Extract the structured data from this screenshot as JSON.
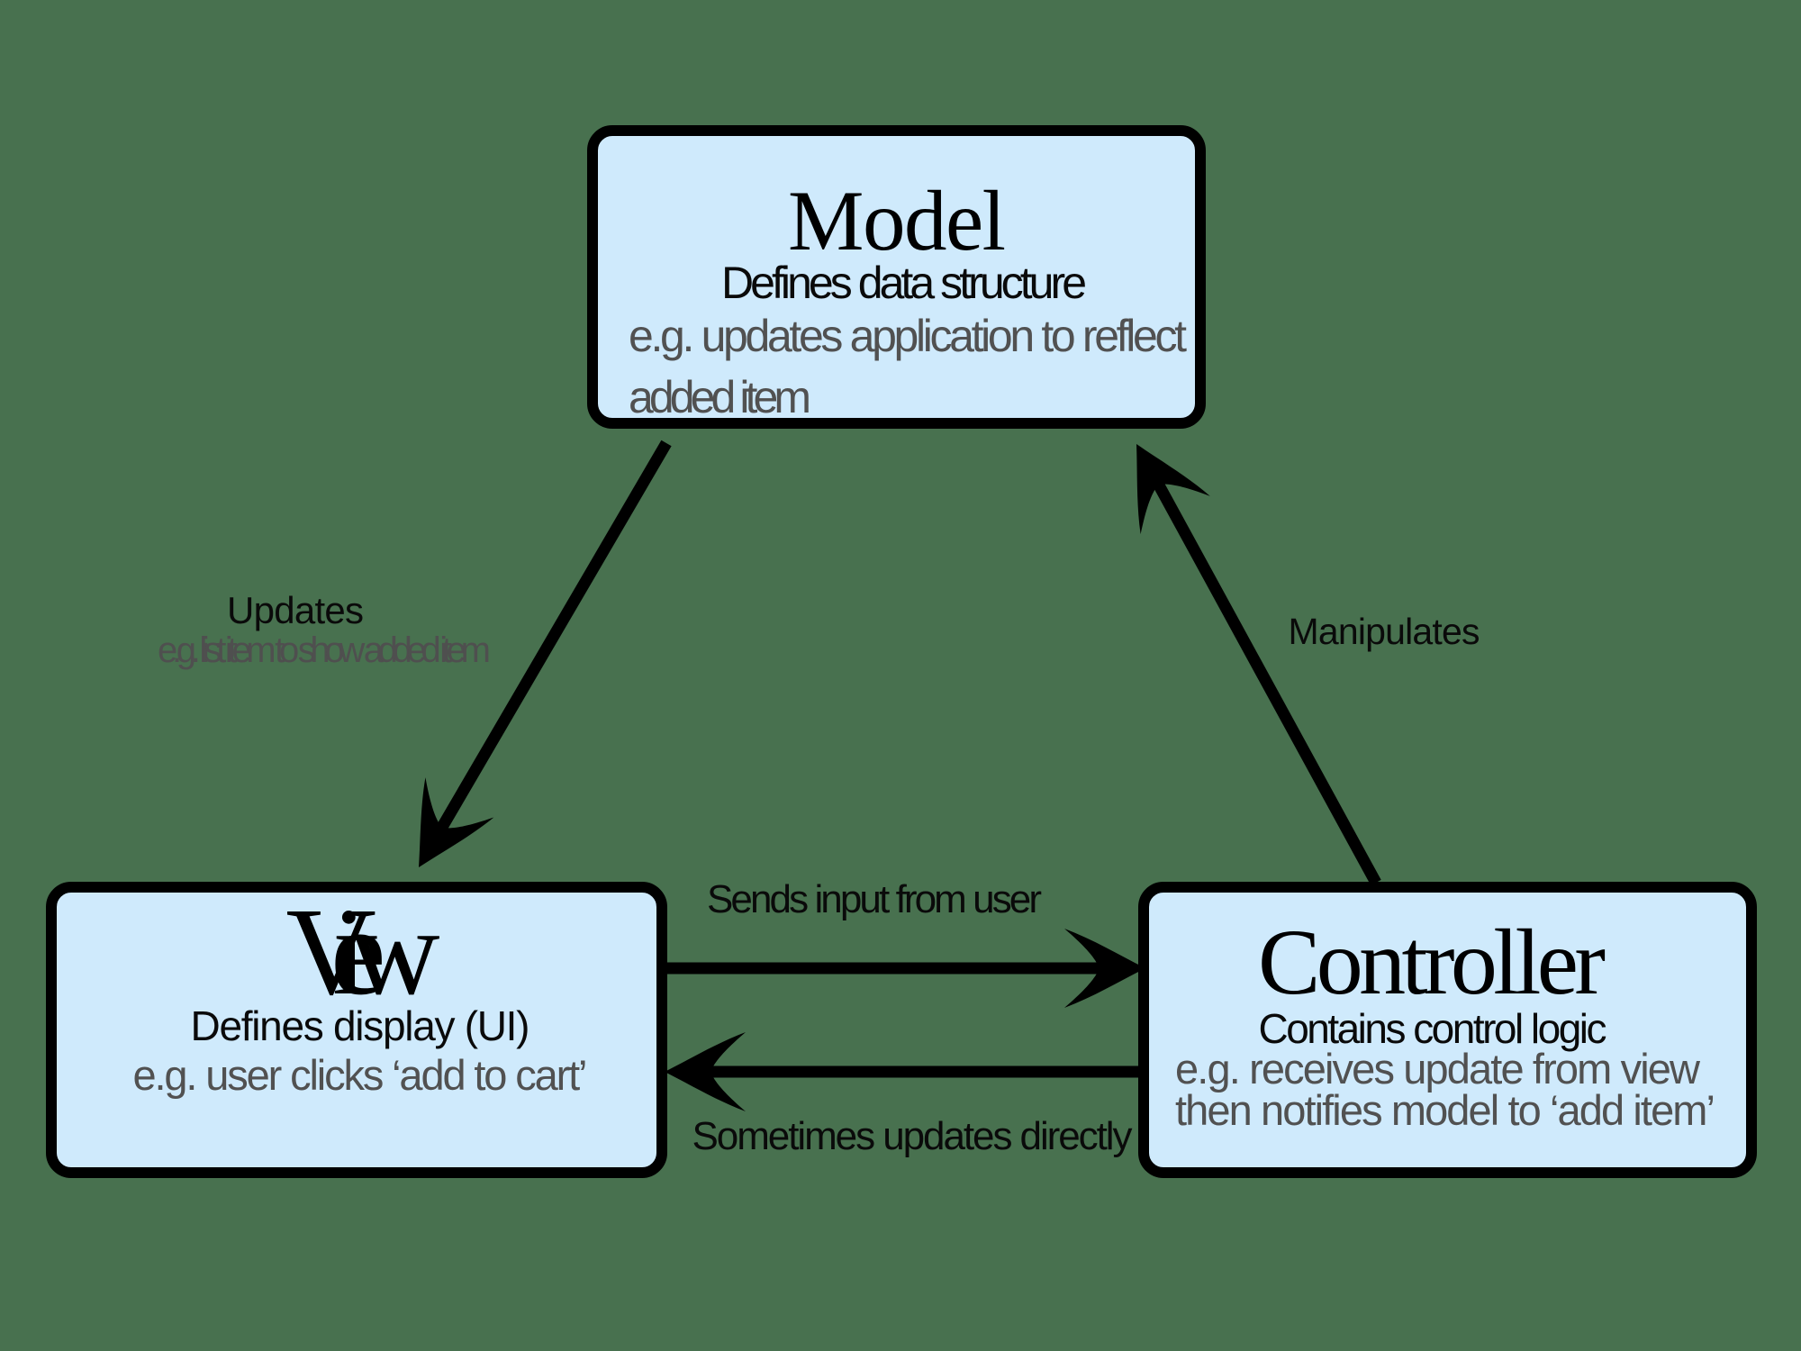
{
  "colors": {
    "background": "#48714F",
    "box_fill": "#CFEAFC",
    "box_border": "#000000",
    "muted_text": "#515151",
    "black_text": "#000000"
  },
  "boxes": {
    "model": {
      "title": "Model",
      "subtitle": "Defines data structure",
      "example_line1": "e.g. updates application to reflect",
      "example_line2": "added item"
    },
    "view": {
      "title": "View",
      "subtitle": "Defines display (UI)",
      "example_line1": "e.g. user clicks ‘add to cart’"
    },
    "controller": {
      "title": "Controller",
      "subtitle": "Contains control logic",
      "example_line1": "e.g. receives update from view",
      "example_line2": "then notifies model to ‘add item’"
    }
  },
  "arrows": {
    "model_to_view": {
      "label": "Updates",
      "sublabel": "e.g. list item to show added item"
    },
    "controller_to_model": {
      "label": "Manipulates"
    },
    "view_to_controller": {
      "label": "Sends input from user"
    },
    "controller_to_view": {
      "label": "Sometimes updates directly"
    }
  }
}
